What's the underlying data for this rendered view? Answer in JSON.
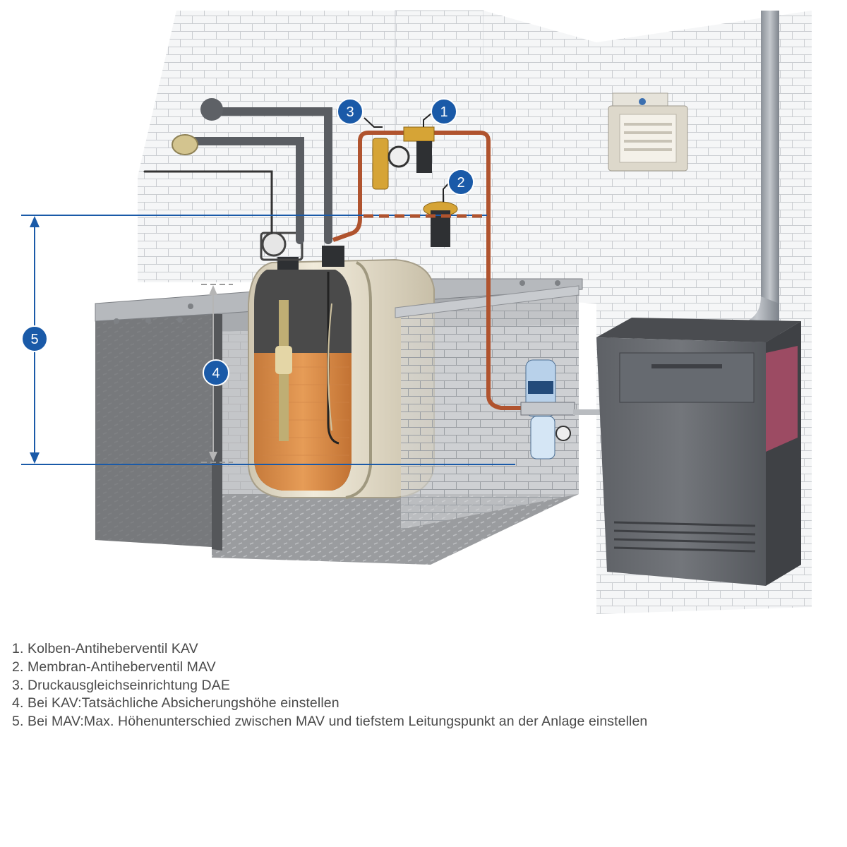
{
  "colors": {
    "accent_blue": "#1a5aa8",
    "pipe_copper": "#b0532e",
    "pipe_gray": "#5a5d62",
    "tank_beige": "#e8e0cc",
    "oil_orange": "#d98a45",
    "boiler_gray": "#56595e",
    "wall_white": "#f4f5f6",
    "text_gray": "#4a4a4a"
  },
  "diagram": {
    "badges": [
      {
        "id": "1",
        "label": "1"
      },
      {
        "id": "2",
        "label": "2"
      },
      {
        "id": "3",
        "label": "3"
      },
      {
        "id": "4",
        "label": "4"
      },
      {
        "id": "5",
        "label": "5"
      }
    ]
  },
  "legend": {
    "items": [
      "1. Kolben-Antiheberventil KAV",
      "2. Membran-Antiheberventil MAV",
      "3. Druckausgleichseinrichtung DAE",
      "4. Bei KAV:Tatsächliche Absicherungshöhe einstellen",
      "5. Bei MAV:Max. Höhenunterschied zwischen MAV und tiefstem Leitungspunkt an der Anlage einstellen"
    ]
  }
}
